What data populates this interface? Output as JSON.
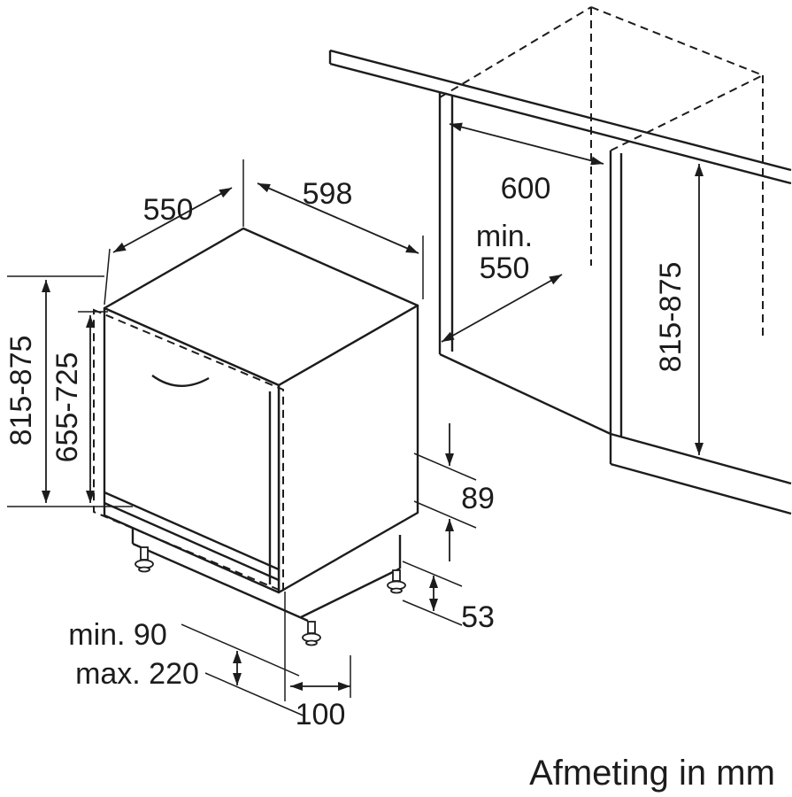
{
  "caption": "Afmeting in mm",
  "labels": {
    "top_depth": "550",
    "top_width": "598",
    "niche_width": "600",
    "niche_depth_min_line1": "min.",
    "niche_depth_min_line2": "550",
    "appliance_height_left": "815-875",
    "door_panel_height": "655-725",
    "niche_height_right": "815-875",
    "base_step_height": "89",
    "side_gap": "53",
    "foot_setback": "100",
    "plinth_min": "min. 90",
    "plinth_max": "max. 220"
  },
  "colors": {
    "line": "#1c1c1c",
    "background": "#ffffff"
  }
}
